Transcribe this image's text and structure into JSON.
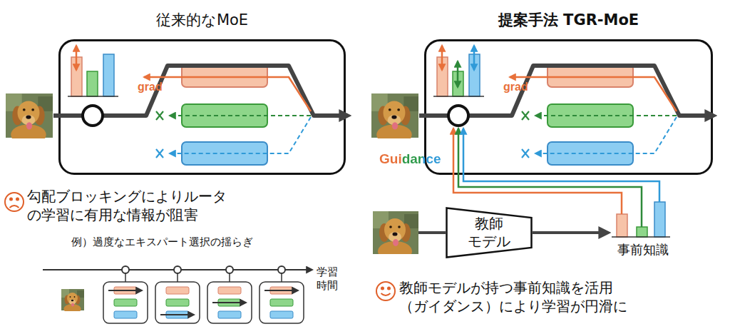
{
  "diagram": {
    "nodes": [
      {
        "text": [
          "従来的なMoE"
        ]
      },
      {
        "text": [
          "提案手法 TGR-MoE"
        ]
      },
      {
        "text": [
          "教師 モデル"
        ]
      },
      {
        "text": [
          "事前知識"
        ]
      }
    ],
    "edges": [
      {
        "from": 2,
        "to": 3,
        "arrow": "to"
      }
    ],
    "labels": [
      "grad",
      "勾配ブロッキングによりルータ の学習に有用な情報が阻害",
      "例）過度なエキスパート選択の揺らぎ",
      "学習 時間",
      "grad",
      "Guidance",
      "教師モデルが持つ事前知識を活用 （ガイダンス）により学習が円滑に"
    ]
  }
}
